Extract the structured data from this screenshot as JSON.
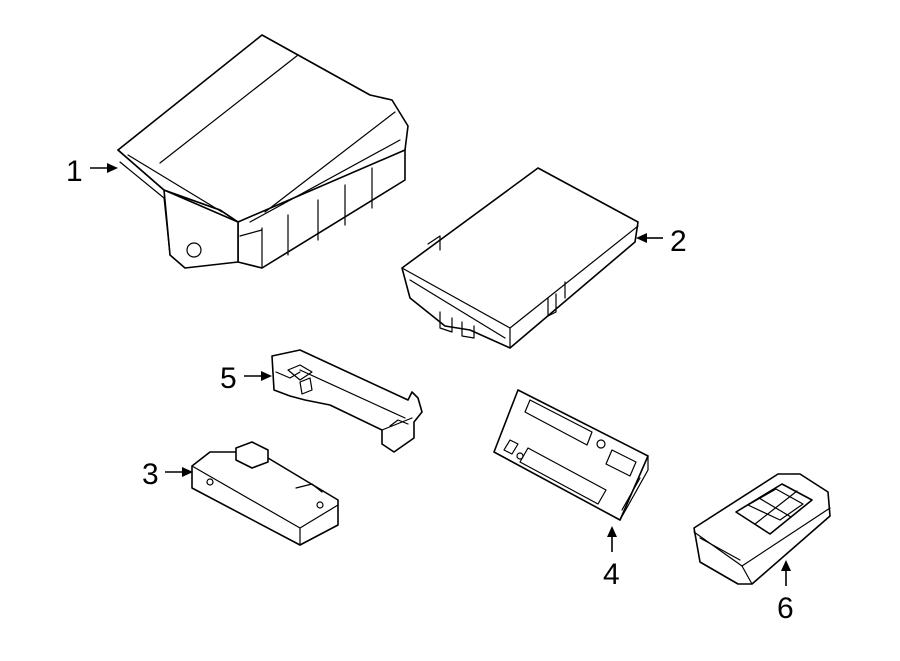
{
  "diagram": {
    "background": "#ffffff",
    "line_color": "#000000",
    "callouts": [
      {
        "id": "1",
        "label": "1"
      },
      {
        "id": "2",
        "label": "2"
      },
      {
        "id": "3",
        "label": "3"
      },
      {
        "id": "4",
        "label": "4"
      },
      {
        "id": "5",
        "label": "5"
      },
      {
        "id": "6",
        "label": "6"
      }
    ]
  }
}
